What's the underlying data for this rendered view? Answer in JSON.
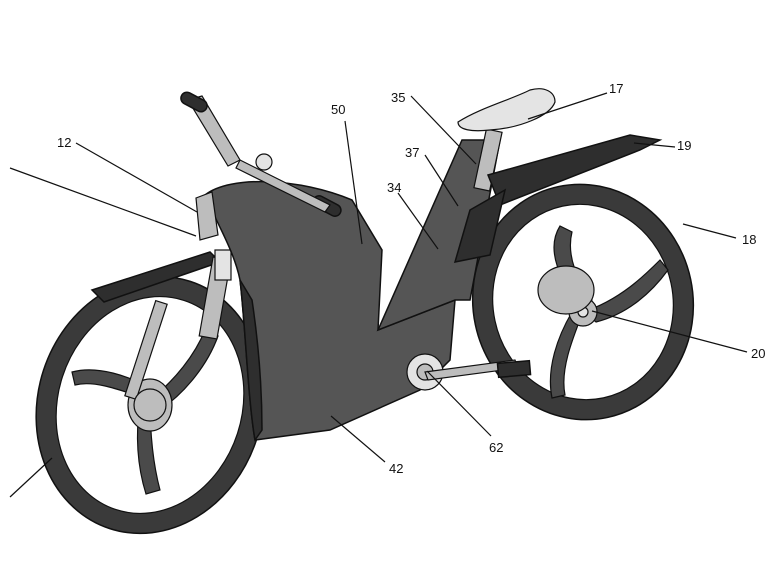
{
  "labels": {
    "r12": "12",
    "r50": "50",
    "r35": "35",
    "r17": "17",
    "r19": "19",
    "r37": "37",
    "r34": "34",
    "r18": "18",
    "r20": "20",
    "r62": "62",
    "r42": "42"
  },
  "colors": {
    "ink": "#111111",
    "body": "#555555",
    "dark": "#2e2e2e",
    "metal": "#bdbdbd"
  }
}
